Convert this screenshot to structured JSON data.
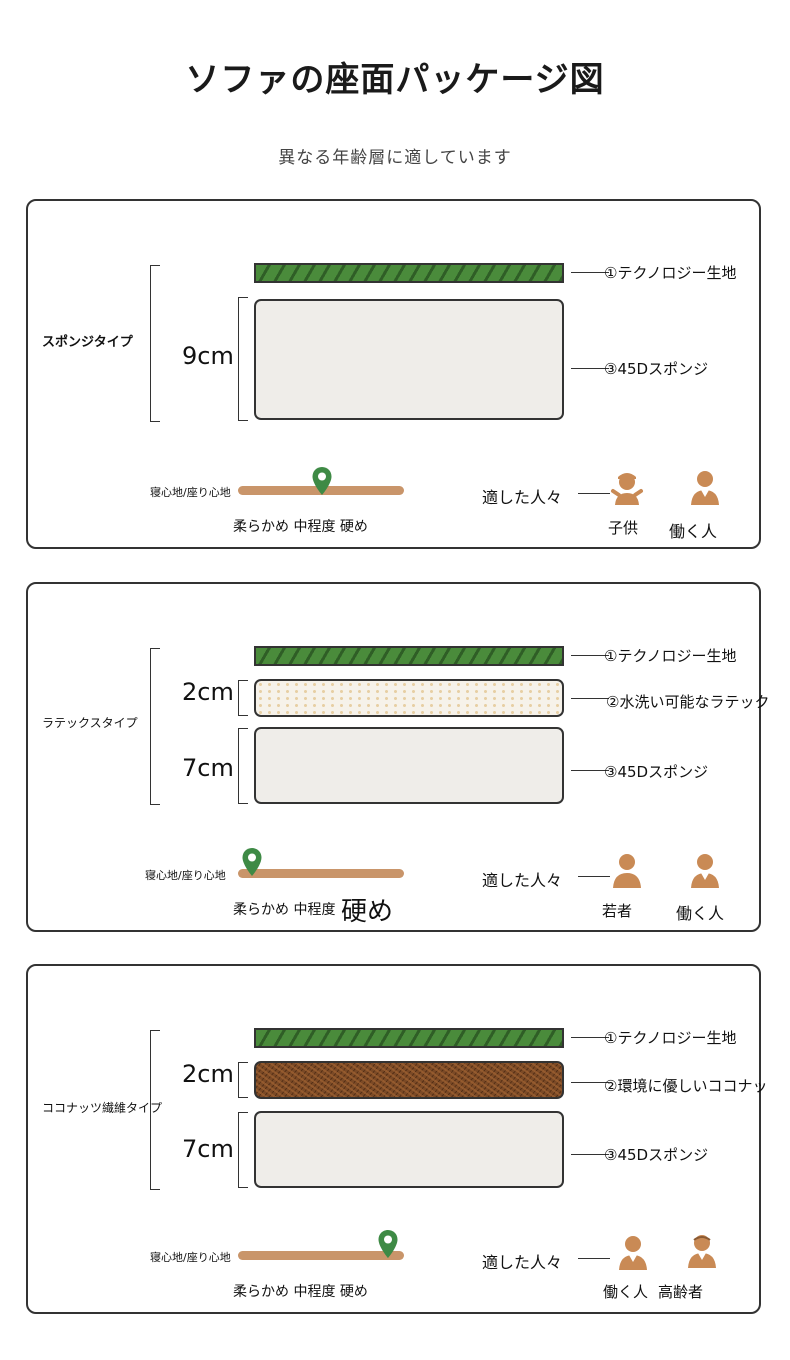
{
  "header": {
    "title": "ソファの座面パッケージ図",
    "subtitle": "異なる年齢層に適しています"
  },
  "panels": [
    {
      "type_name": "スポンジタイプ",
      "layers": [
        {
          "cm": "",
          "label": "①テクノロジー生地"
        },
        {
          "cm": "9cm",
          "label": "③45Dスポンジ"
        }
      ],
      "feel_label": "寝心地/座り心地",
      "firmness": 0.5,
      "scale": "柔らかめ 中程度 硬め",
      "suitable_label": "適した人々",
      "people": [
        "子供",
        "働く人"
      ]
    },
    {
      "type_name": "ラテックスタイプ",
      "layers": [
        {
          "cm": "",
          "label": "①テクノロジー生地"
        },
        {
          "cm": "2cm",
          "label": "②水洗い可能なラテック"
        },
        {
          "cm": "7cm",
          "label": "③45Dスポンジ"
        }
      ],
      "feel_label": "寝心地/座り心地",
      "firmness": 0.05,
      "scale_a": "柔らかめ 中程度",
      "scale_b": "硬め",
      "suitable_label": "適した人々",
      "people": [
        "若者",
        "働く人"
      ]
    },
    {
      "type_name": "ココナッツ繊維タイプ",
      "layers": [
        {
          "cm": "",
          "label": "①テクノロジー生地"
        },
        {
          "cm": "2cm",
          "label": "②環境に優しいココナッ"
        },
        {
          "cm": "7cm",
          "label": "③45Dスポンジ"
        }
      ],
      "feel_label": "寝心地/座り心地",
      "firmness": 0.95,
      "scale": "柔らかめ 中程度 硬め",
      "suitable_label": "適した人々",
      "people": [
        "働く人",
        "高齢者"
      ]
    }
  ],
  "colors": {
    "fabric_green": "#4a8b3b",
    "slider_brown": "#c9956a",
    "pin_green": "#3e8a45",
    "person_brown": "#c98a55",
    "coconut_brown": "#7b4a26"
  }
}
